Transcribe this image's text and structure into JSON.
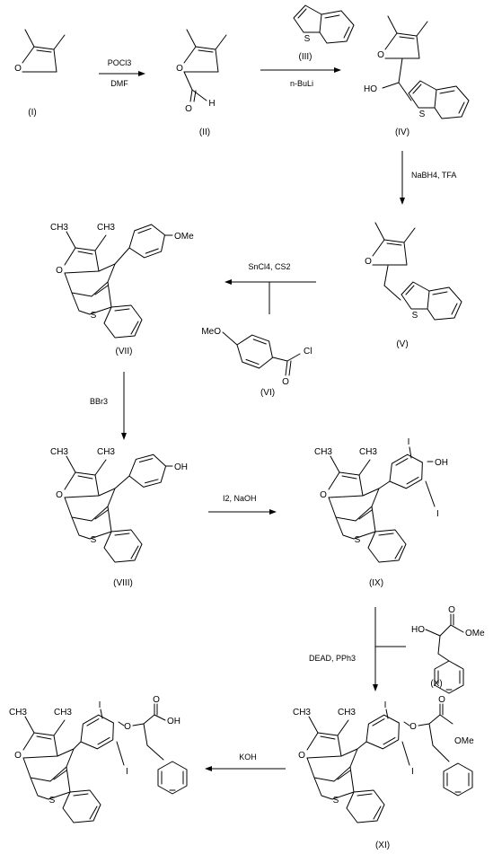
{
  "atoms": {
    "O": "O",
    "S": "S",
    "OH": "OH",
    "HO": "HO",
    "OMe": "OMe",
    "MeO": "MeO",
    "I": "I",
    "Cl": "Cl",
    "H": "H",
    "CH3": "CH3"
  },
  "compounds": {
    "c1": "(I)",
    "c2": "(II)",
    "c3": "(III)",
    "c4": "(IV)",
    "c5": "(V)",
    "c6": "(VI)",
    "c7": "(VII)",
    "c8": "(VIII)",
    "c9": "(IX)",
    "c10": "(X)",
    "c11": "(XI)"
  },
  "reagents": {
    "step1_top": "POCl3",
    "step1_bottom": "DMF",
    "step2_bottom": "n-BuLi",
    "step3": "NaBH4, TFA",
    "step4": "SnCl4, CS2",
    "step5": "BBr3",
    "step6": "I2, NaOH",
    "step7": "DEAD, PPh3",
    "step8": "KOH"
  }
}
